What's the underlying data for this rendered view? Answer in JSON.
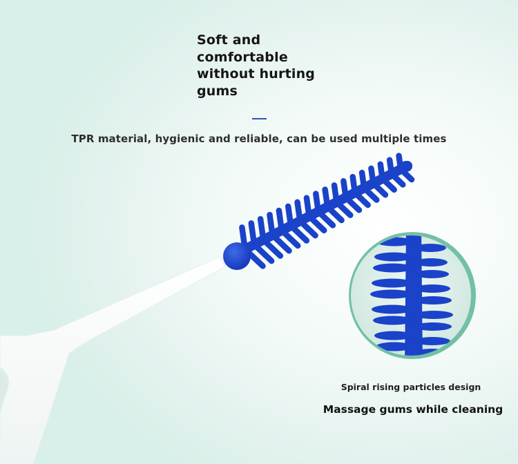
{
  "headline": {
    "line1": "Soft and",
    "line2": "comfortable",
    "line3": "without hurting",
    "line4": "gums"
  },
  "subtitle": "TPR material, hygienic and reliable, can be used multiple times",
  "captions": {
    "spiral": "Spiral rising particles design",
    "massage": "Massage gums while cleaning"
  },
  "colors": {
    "brush_blue": "#1a43c9",
    "ring_green": "#46a988",
    "accent_dash": "#2c57a8",
    "handle_white": "#ffffff"
  },
  "icons": {
    "main_image": "interdental-brush-icon",
    "zoom_image": "spiral-bristles-zoom-icon"
  }
}
